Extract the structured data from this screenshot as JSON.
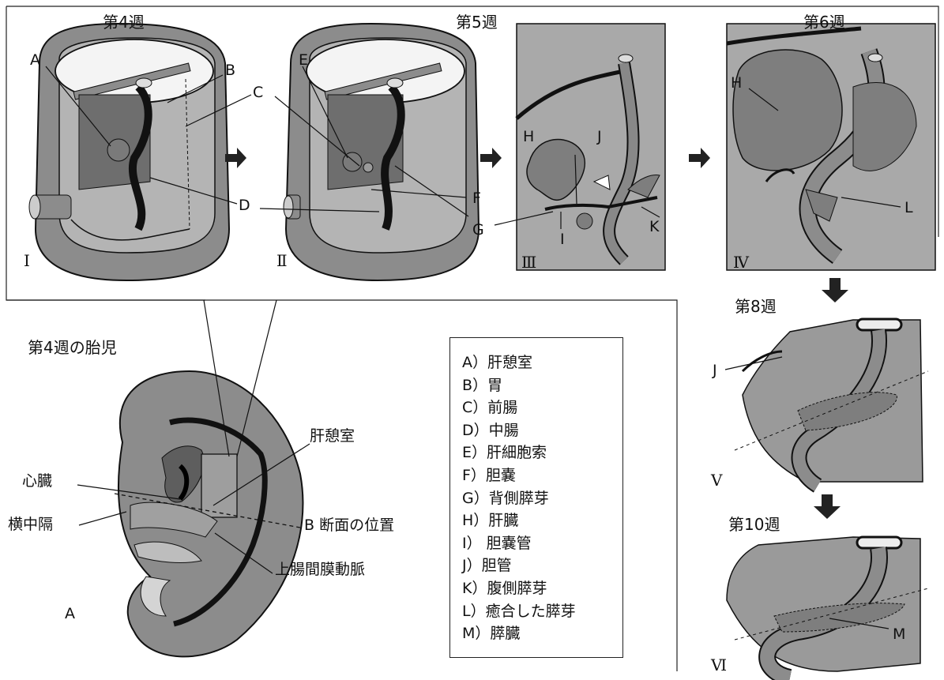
{
  "weeks": {
    "w4": "第4週",
    "w5": "第5週",
    "w6": "第6週",
    "w8": "第8週",
    "w10": "第10週"
  },
  "stages": [
    "Ⅰ",
    "Ⅱ",
    "Ⅲ",
    "Ⅳ",
    "Ⅴ",
    "Ⅵ"
  ],
  "panel_letters": {
    "I": [
      "A",
      "B",
      "C",
      "D"
    ],
    "II": [
      "E",
      "F",
      "G"
    ],
    "III": [
      "H",
      "J",
      "I",
      "K"
    ],
    "IV": [
      "H",
      "L"
    ],
    "V": [
      "J"
    ],
    "VI": [
      "M"
    ]
  },
  "embryo": {
    "title": "第4週の胎児",
    "panel_label": "A",
    "labels": {
      "liver_diverticulum": "肝憩室",
      "heart": "心臓",
      "septum_transversum": "横中隔",
      "section_b": "B 断面の位置",
      "sma": "上腸間膜動脈"
    }
  },
  "legend": [
    "A）肝憩室",
    "B）胃",
    "C）前腸",
    "D）中腸",
    "E）肝細胞索",
    "F）胆嚢",
    "G）背側膵芽",
    "H）肝臓",
    "I） 胆嚢管",
    "J）胆管",
    "K）腹側膵芽",
    "L）癒合した膵芽",
    "M）膵臓"
  ],
  "colors": {
    "tissue": "#8c8c8c",
    "tissue_light": "#b4b4b4",
    "organ": "#6e6e6e",
    "panel_bg": "#a9a9a9",
    "line": "#1a1a1a"
  }
}
